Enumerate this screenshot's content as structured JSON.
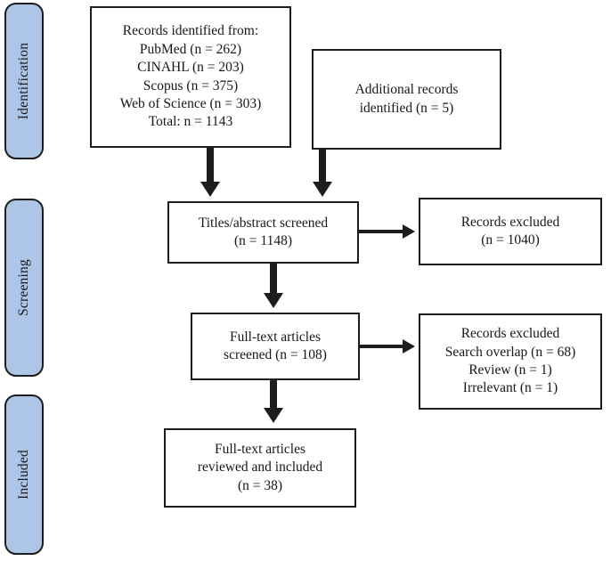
{
  "diagram": {
    "title": "PRISMA study selection flow diagram",
    "accent_color": "#adc5e7",
    "line_color": "#1d1d1d",
    "background_color": "#ffffff"
  },
  "stages": [
    {
      "id": "identification",
      "label": "Identification"
    },
    {
      "id": "screening",
      "label": "Screening"
    },
    {
      "id": "included",
      "label": "Included"
    }
  ],
  "boxes": {
    "records_identified": {
      "text": "Records identified from:\nPubMed (n = 262)\nCINAHL (n = 203)\nScopus (n = 375)\nWeb of Science (n = 303)\nTotal: n = 1143"
    },
    "additional_records": {
      "text": "Additional records\nidentified (n = 5)"
    },
    "titles_screened": {
      "text": "Titles/abstract screened\n(n = 1148)"
    },
    "records_excluded_screening": {
      "text": "Records excluded\n(n = 1040)"
    },
    "fulltext_screened": {
      "text": "Full-text articles\nscreened (n = 108)"
    },
    "records_excluded_fulltext": {
      "text": "Records excluded\nSearch overlap (n = 68)\nReview (n = 1)\nIrrelevant (n = 1)"
    },
    "fulltext_included": {
      "text": "Full-text articles\nreviewed and included\n(n = 38)"
    }
  },
  "chart_data": {
    "type": "diagram",
    "title": "PRISMA flow of study selection",
    "nodes": [
      {
        "id": "records_identified",
        "stage": "Identification",
        "label": "Records identified from",
        "sources": [
          {
            "name": "PubMed",
            "n": 262
          },
          {
            "name": "CINAHL",
            "n": 203
          },
          {
            "name": "Scopus",
            "n": 375
          },
          {
            "name": "Web of Science",
            "n": 303
          }
        ],
        "total": 1143
      },
      {
        "id": "additional_records",
        "stage": "Identification",
        "label": "Additional records identified",
        "n": 5
      },
      {
        "id": "titles_screened",
        "stage": "Screening",
        "label": "Titles/abstract screened",
        "n": 1148
      },
      {
        "id": "records_excluded_screening",
        "stage": "Screening",
        "label": "Records excluded",
        "n": 1040
      },
      {
        "id": "fulltext_screened",
        "stage": "Screening",
        "label": "Full-text articles screened",
        "n": 108
      },
      {
        "id": "records_excluded_fulltext",
        "stage": "Screening",
        "label": "Records excluded",
        "reasons": [
          {
            "name": "Search overlap",
            "n": 68
          },
          {
            "name": "Review",
            "n": 1
          },
          {
            "name": "Irrelevant",
            "n": 1
          }
        ]
      },
      {
        "id": "fulltext_included",
        "stage": "Included",
        "label": "Full-text articles reviewed and included",
        "n": 38
      }
    ],
    "edges": [
      {
        "from": "records_identified",
        "to": "titles_screened",
        "direction": "down"
      },
      {
        "from": "additional_records",
        "to": "titles_screened",
        "direction": "down"
      },
      {
        "from": "titles_screened",
        "to": "records_excluded_screening",
        "direction": "right"
      },
      {
        "from": "titles_screened",
        "to": "fulltext_screened",
        "direction": "down"
      },
      {
        "from": "fulltext_screened",
        "to": "records_excluded_fulltext",
        "direction": "right"
      },
      {
        "from": "fulltext_screened",
        "to": "fulltext_included",
        "direction": "down"
      }
    ]
  }
}
